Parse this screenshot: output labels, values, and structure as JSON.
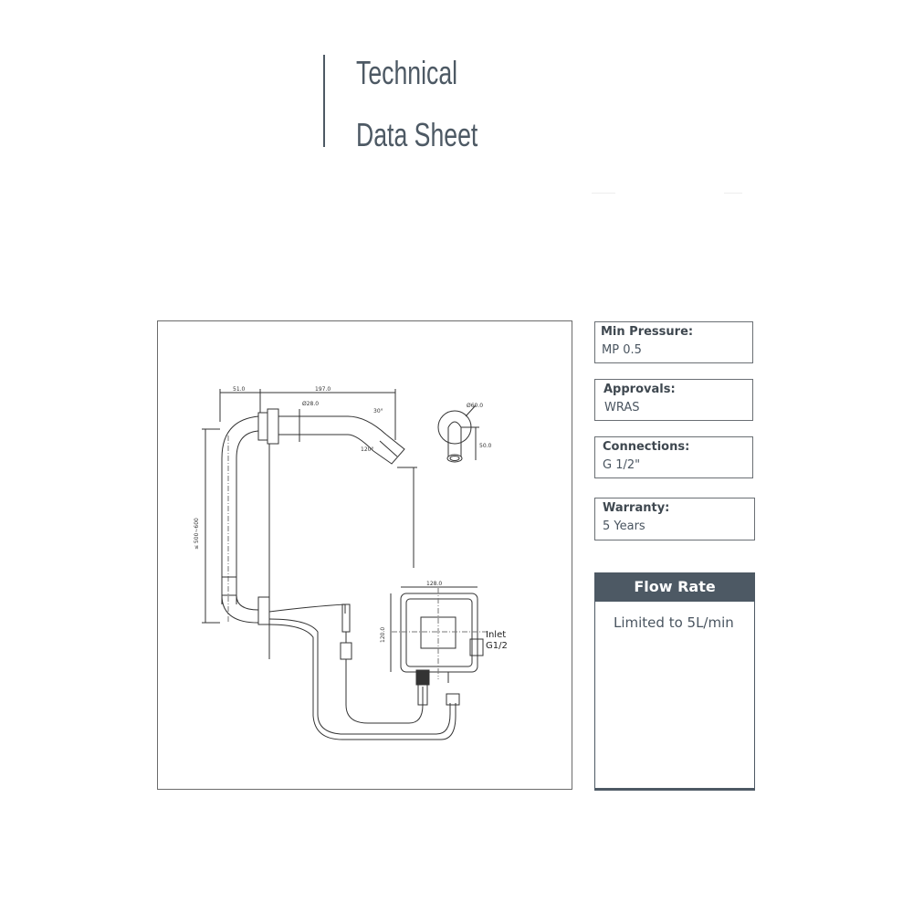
{
  "header": {
    "title_line1": "Technical",
    "title_line2": "Data Sheet"
  },
  "drawing": {
    "dimensions": {
      "flange_offset": "51.0",
      "spout_length": "197.0",
      "spout_diameter": "Ø28.0",
      "spout_angle": "30°",
      "bend_angle": "120°",
      "rosette_diameter": "Ø60.0",
      "rosette_drop": "50.0",
      "riser_height": "≤ 500~600",
      "control_box_width": "128.0",
      "control_box_height": "120.0"
    },
    "annotations": {
      "inlet_line1": "Inlet",
      "inlet_line2": "G1/2"
    }
  },
  "specs": [
    {
      "label": "Min Pressure:",
      "value": "MP 0.5"
    },
    {
      "label": "Approvals:",
      "value": "WRAS"
    },
    {
      "label": "Connections:",
      "value": "G 1/2\""
    },
    {
      "label": "Warranty:",
      "value": "5 Years"
    }
  ],
  "flow_rate": {
    "heading": "Flow Rate",
    "value": "Limited to 5L/min"
  },
  "colors": {
    "accent": "#4d5964",
    "border": "#6a6f74",
    "text": "#4a5560"
  }
}
